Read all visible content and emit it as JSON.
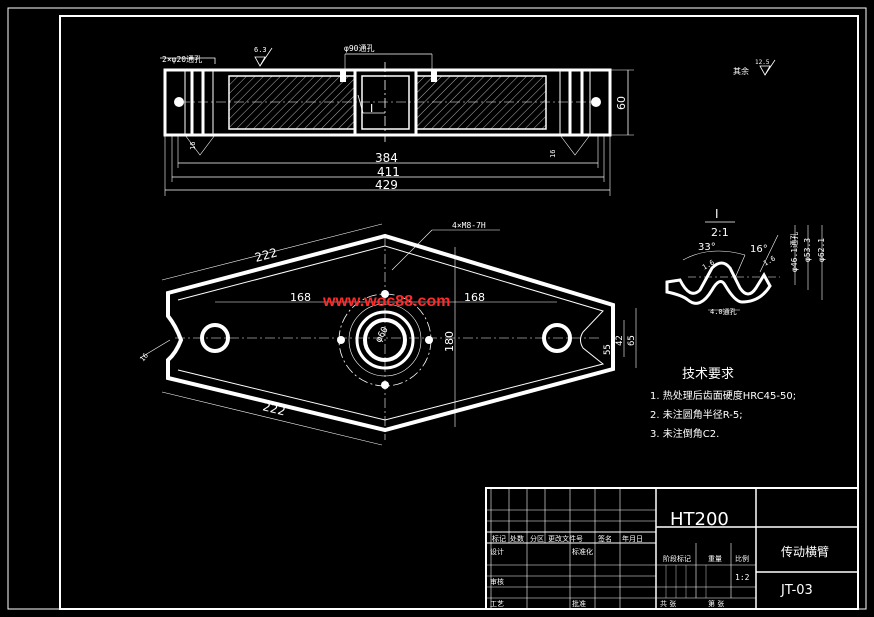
{
  "watermark": "www.woc88.com",
  "top_view": {
    "hole_note": "2×φ20通孔",
    "bore_note": "φ90通孔",
    "roughness_left": "6.3",
    "section_mark": "I",
    "dim_384": "384",
    "dim_411": "411",
    "dim_429": "429",
    "dim_60": "60",
    "dim_16_left": "16",
    "dim_16_right": "16"
  },
  "roughness_global": {
    "label": "其余",
    "value": "12.5"
  },
  "detail": {
    "title": "I",
    "scale": "2:1",
    "angle_33": "33°",
    "angle_16": "16°",
    "dim_46": "φ46.1通孔",
    "dim_53": "φ53.3",
    "dim_62": "φ62.1",
    "dim_4": "4.0通孔",
    "r_small": "1.6",
    "r_small2": "1.6"
  },
  "front_view": {
    "thread_note": "4×M8-7H",
    "dim_222_top": "222",
    "dim_222_bottom": "222",
    "dim_168_left": "168",
    "dim_168_right": "168",
    "dim_180": "180",
    "dim_55": "55",
    "dim_42": "42",
    "dim_65": "65",
    "dim_phi": "φ60",
    "dim_16": "16"
  },
  "tech_requirements": {
    "title": "技术要求",
    "items": [
      "1. 热处理后齿面硬度HRC45-50;",
      "2. 未注圆角半径R-5;",
      "3. 未注倒角C2."
    ]
  },
  "title_block": {
    "material": "HT200",
    "part_name": "传动横臂",
    "drawing_no": "JT-03",
    "scale_value": "1:2",
    "row_headers": [
      "标记",
      "处数",
      "分区",
      "更改文件号",
      "签名",
      "年月日"
    ],
    "design": "设计",
    "standard": "标准化",
    "review": "审核",
    "process": "工艺",
    "approve": "批准",
    "stage_mark": "阶段标记",
    "weight": "重量",
    "ratio": "比例",
    "sheets": "共  张",
    "sheet_no": "第  张"
  }
}
